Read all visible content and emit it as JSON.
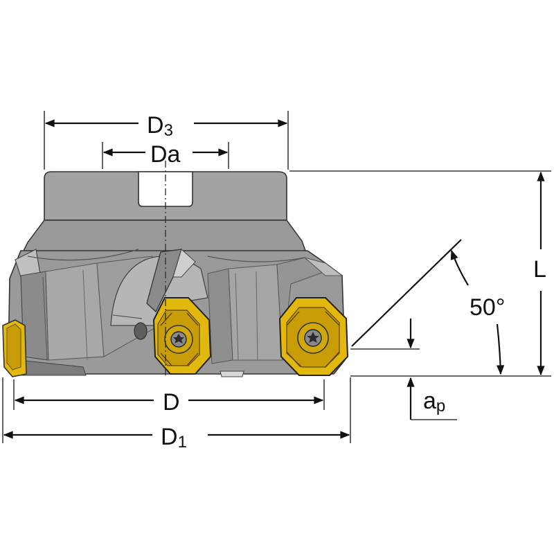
{
  "labels": {
    "d3_main": "D",
    "d3_sub": "3",
    "da": "Da",
    "d": "D",
    "d1_main": "D",
    "d1_sub": "1",
    "l": "L",
    "angle": "50°",
    "ap_main": "a",
    "ap_sub": "p"
  },
  "colors": {
    "body": "#9c9c9c",
    "body_dark": "#7f7f7f",
    "body_light": "#b4b4b4",
    "insert": "#e3b80e",
    "insert_dark": "#b58c05",
    "line": "#111111"
  },
  "icons": [
    "insert-screw-icon"
  ]
}
